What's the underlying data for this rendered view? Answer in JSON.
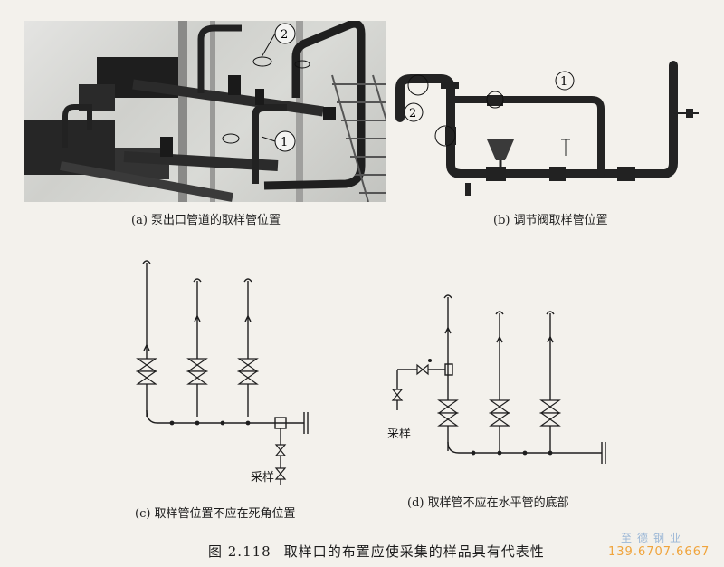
{
  "figure": {
    "number": "图 2.118",
    "caption": "取样口的布置应使采集的样品具有代表性"
  },
  "panels": [
    {
      "caption": "(a) 泵出口管道的取样管位置",
      "markers": [
        "①",
        "②"
      ]
    },
    {
      "caption": "(b) 调节阀取样管位置",
      "markers": [
        "①",
        "②"
      ]
    },
    {
      "caption": "(c) 取样管位置不应在死角位置",
      "sample_label": "采样"
    },
    {
      "caption": "(d) 取样管不应在水平管的底部",
      "sample_label": "采样"
    }
  ],
  "watermark": {
    "line1": "至德钢业",
    "line2": "139.6707.6667"
  },
  "colors": {
    "pipe": "#2a2a2a",
    "watermark_blue": "#9bb7d6",
    "watermark_orange": "#f0a43c"
  }
}
